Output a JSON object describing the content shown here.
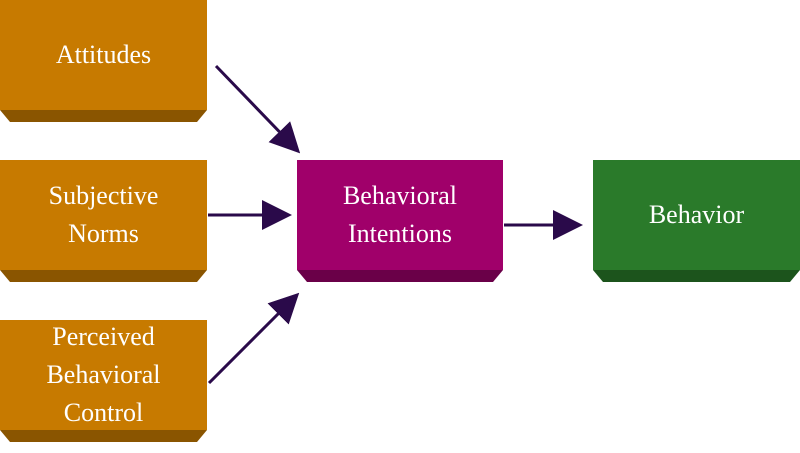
{
  "nodes": {
    "attitudes": {
      "lines": [
        "Attitudes"
      ]
    },
    "subjective_norms": {
      "lines": [
        "Subjective",
        "Norms"
      ]
    },
    "perceived_behavioral_control": {
      "lines": [
        "Perceived",
        "Behavioral",
        "Control"
      ]
    },
    "behavioral_intentions": {
      "lines": [
        "Behavioral",
        "Intentions"
      ]
    },
    "behavior": {
      "lines": [
        "Behavior"
      ]
    }
  },
  "edges": [
    {
      "from": "attitudes",
      "to": "behavioral_intentions"
    },
    {
      "from": "subjective_norms",
      "to": "behavioral_intentions"
    },
    {
      "from": "perceived_behavioral_control",
      "to": "behavioral_intentions"
    },
    {
      "from": "behavioral_intentions",
      "to": "behavior"
    }
  ],
  "colors": {
    "input_box": "#c77a00",
    "intentions_box": "#a0006a",
    "behavior_box": "#2a7a2a",
    "arrow": "#2a0a4a",
    "text": "#ffffff"
  }
}
